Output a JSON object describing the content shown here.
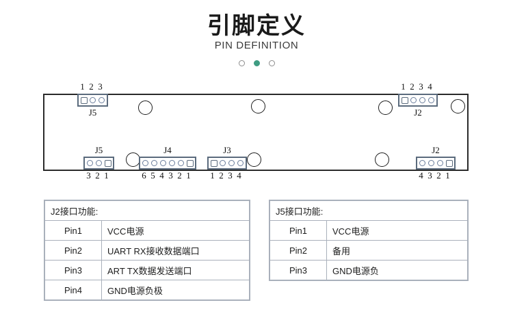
{
  "header": {
    "title": "引脚定义",
    "subtitle": "PIN DEFINITION",
    "dots": [
      {
        "name": "dot-1",
        "active": false
      },
      {
        "name": "dot-2",
        "active": true
      },
      {
        "name": "dot-3",
        "active": false
      }
    ],
    "accent_color": "#3f9c82"
  },
  "board": {
    "outline_color": "#2a2a2a",
    "connector_border_color": "#5a6a7c",
    "pin_color": "#6a7d9c",
    "connectors": {
      "top_j5": {
        "label": "J5",
        "pin_numbers": [
          "1",
          "2",
          "3"
        ],
        "pin_count": 3,
        "square_pin_index": 0
      },
      "top_j2": {
        "label": "J2",
        "pin_numbers": [
          "1",
          "2",
          "3",
          "4"
        ],
        "pin_count": 4,
        "square_pin_index": 0
      },
      "bottom_j5": {
        "label": "J5",
        "pin_numbers": [
          "3",
          "2",
          "1"
        ],
        "pin_count": 3,
        "square_pin_index": 2
      },
      "bottom_j4": {
        "label": "J4",
        "pin_numbers": [
          "6",
          "5",
          "4",
          "3",
          "2",
          "1"
        ],
        "pin_count": 6,
        "square_pin_index": 5
      },
      "bottom_j3": {
        "label": "J3",
        "pin_numbers": [
          "1",
          "2",
          "3",
          "4"
        ],
        "pin_count": 4,
        "square_pin_index": 0
      },
      "bottom_j2": {
        "label": "J2",
        "pin_numbers": [
          "4",
          "3",
          "2",
          "1"
        ],
        "pin_count": 4,
        "square_pin_index": 3
      }
    },
    "mounting_holes": 6
  },
  "tables": {
    "j2": {
      "header": "J2接口功能:",
      "rows": [
        {
          "pin": "Pin1",
          "desc": "VCC电源"
        },
        {
          "pin": "Pin2",
          "desc": "UART  RX接收数据端口"
        },
        {
          "pin": "Pin3",
          "desc": "ART  TX数据发送端口"
        },
        {
          "pin": "Pin4",
          "desc": "GND电源负极"
        }
      ]
    },
    "j5": {
      "header": "J5接口功能:",
      "rows": [
        {
          "pin": "Pin1",
          "desc": "VCC电源"
        },
        {
          "pin": "Pin2",
          "desc": "备用"
        },
        {
          "pin": "Pin3",
          "desc": "GND电源负"
        }
      ]
    }
  }
}
